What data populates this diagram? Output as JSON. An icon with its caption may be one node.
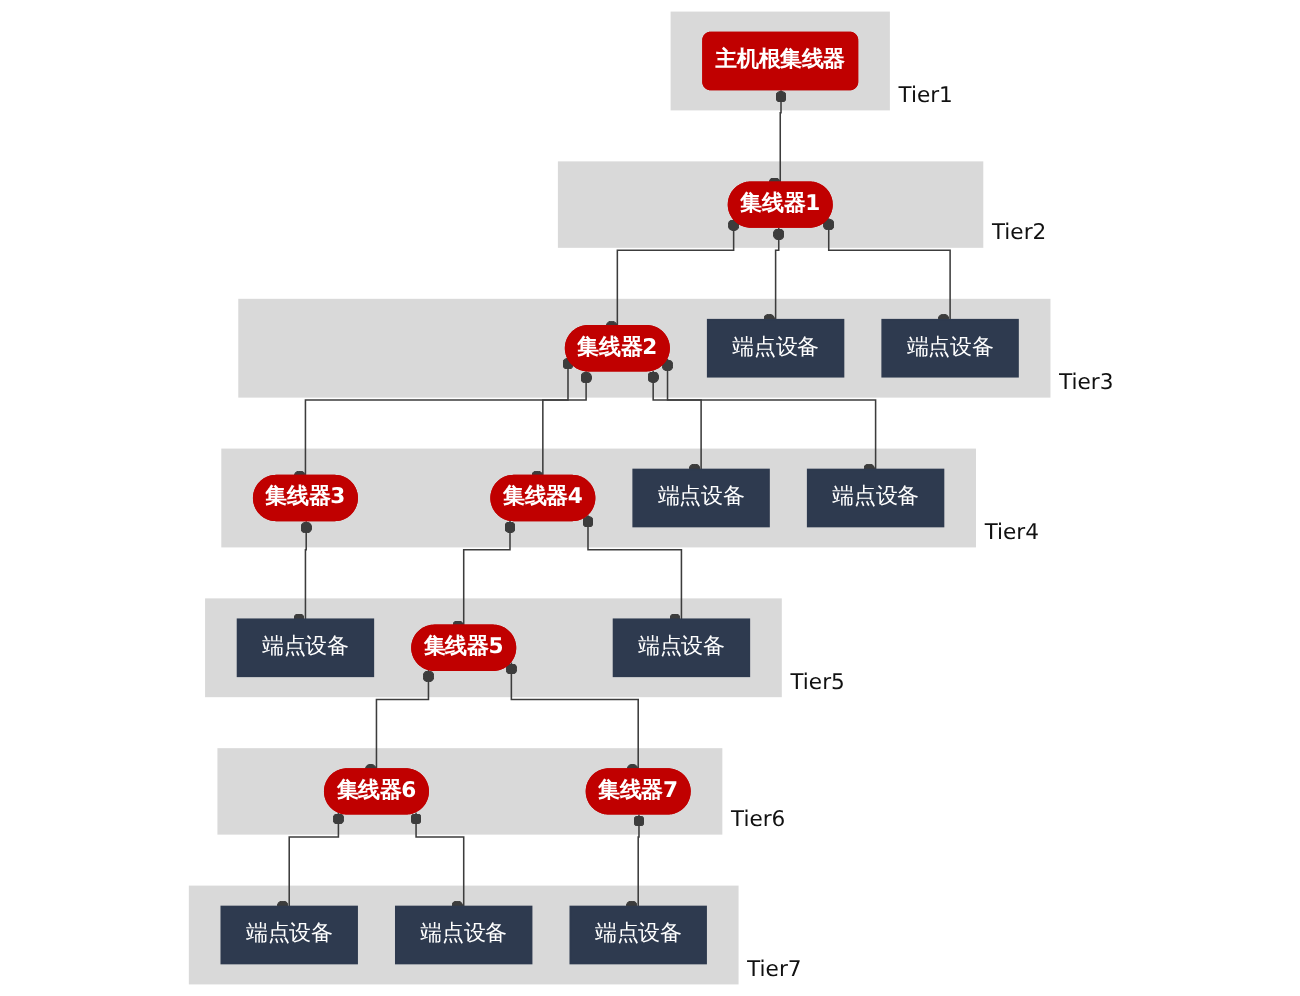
{
  "diagram": {
    "nodes": [
      {
        "text": [
          "Tier1"
        ]
      },
      {
        "text": [
          "主机根集线器"
        ],
        "in": 0
      },
      {
        "text": [
          "Tier2"
        ]
      },
      {
        "text": [
          "集线器1"
        ],
        "in": 2
      },
      {
        "text": [
          "Tier3"
        ]
      },
      {
        "text": [
          "集线器2"
        ],
        "in": 4
      },
      {
        "text": [
          "端点设备"
        ],
        "in": 4
      },
      {
        "text": [
          "端点设备"
        ],
        "in": 4
      },
      {
        "text": [
          "Tier4"
        ]
      },
      {
        "text": [
          "集线器3"
        ],
        "in": 8
      },
      {
        "text": [
          "集线器4"
        ],
        "in": 8
      },
      {
        "text": [
          "端点设备"
        ],
        "in": 8
      },
      {
        "text": [
          "端点设备"
        ],
        "in": 8
      },
      {
        "text": [
          "Tier5"
        ]
      },
      {
        "text": [
          "端点设备"
        ],
        "in": 13
      },
      {
        "text": [
          "集线器5"
        ],
        "in": 13
      },
      {
        "text": [
          "端点设备"
        ],
        "in": 13
      },
      {
        "text": [
          "Tier6"
        ]
      },
      {
        "text": [
          "集线器6"
        ],
        "in": 17
      },
      {
        "text": [
          "集线器7"
        ],
        "in": 17
      },
      {
        "text": [
          "Tier7"
        ]
      },
      {
        "text": [
          "端点设备"
        ],
        "in": 20
      },
      {
        "text": [
          "端点设备"
        ],
        "in": 20
      },
      {
        "text": [
          "端点设备"
        ],
        "in": 20
      }
    ],
    "edges": [
      {
        "from": 1,
        "to": 3,
        "arrow": "other"
      },
      {
        "from": 3,
        "to": 5,
        "arrow": "other"
      },
      {
        "from": 3,
        "to": 6,
        "arrow": "other"
      },
      {
        "from": 3,
        "to": 7,
        "arrow": "other"
      },
      {
        "from": 5,
        "to": 9,
        "arrow": "other"
      },
      {
        "from": 5,
        "to": 10,
        "arrow": "other"
      },
      {
        "from": 5,
        "to": 11,
        "arrow": "other"
      },
      {
        "from": 5,
        "to": 12,
        "arrow": "other"
      },
      {
        "from": 9,
        "to": 14,
        "arrow": "other"
      },
      {
        "from": 10,
        "to": 15,
        "arrow": "other"
      },
      {
        "from": 10,
        "to": 16,
        "arrow": "other"
      },
      {
        "from": 15,
        "to": 18,
        "arrow": "other"
      },
      {
        "from": 15,
        "to": 19,
        "arrow": "other"
      },
      {
        "from": 18,
        "to": 21,
        "arrow": "other"
      },
      {
        "from": 18,
        "to": 22,
        "arrow": "other"
      },
      {
        "from": 19,
        "to": 23,
        "arrow": "other"
      }
    ]
  }
}
